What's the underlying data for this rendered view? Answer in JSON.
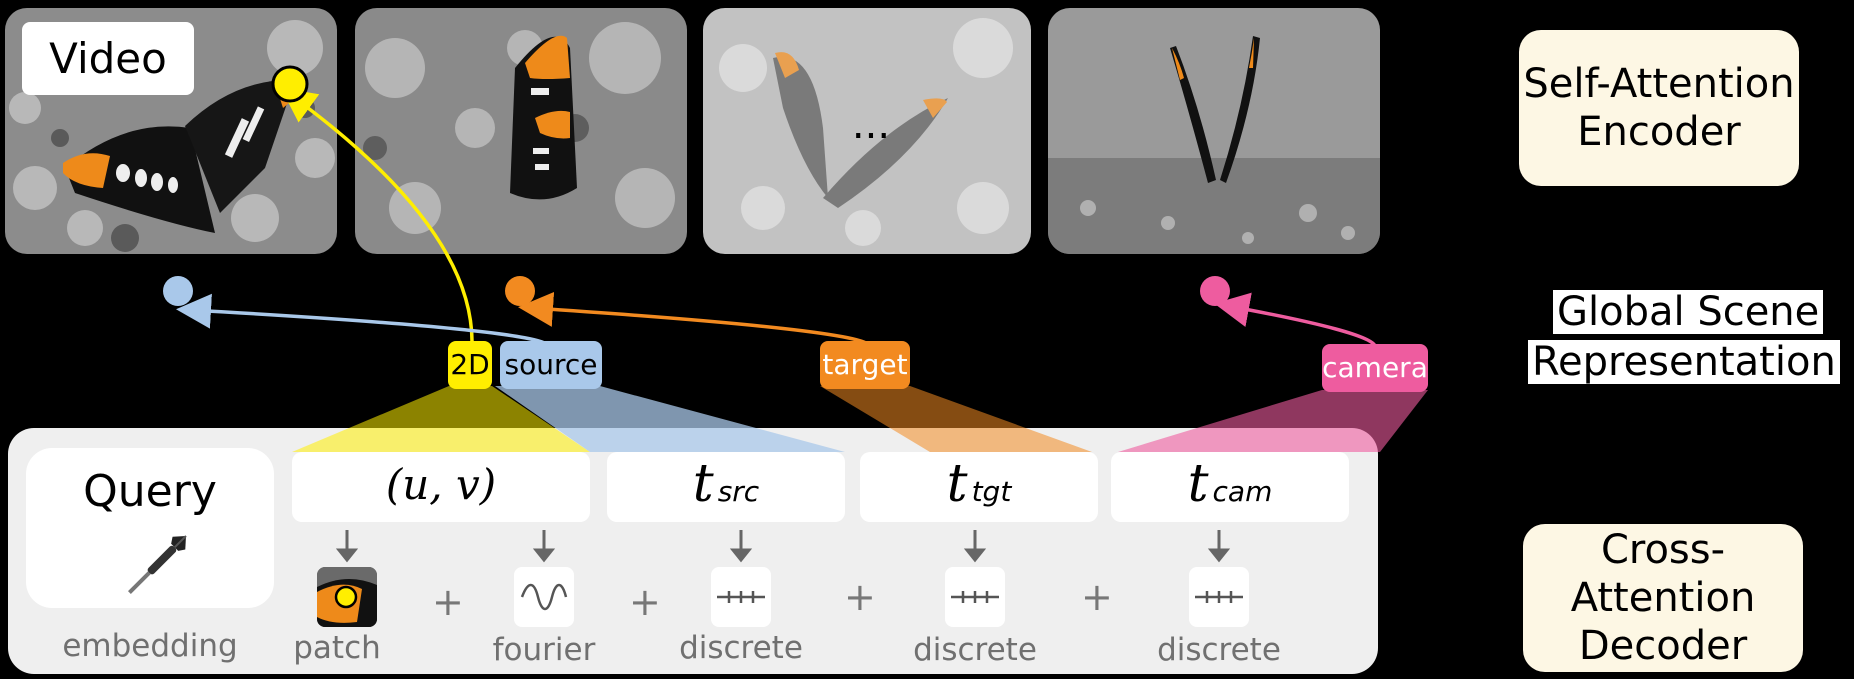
{
  "video_label": "Video",
  "ellipsis": "...",
  "side_labels": {
    "encoder": [
      "Self-Attention",
      "Encoder"
    ],
    "scene": [
      "Global Scene",
      "Representation"
    ],
    "decoder": [
      "Cross-Attention",
      "Decoder"
    ]
  },
  "chips": {
    "two_d": "2D",
    "source": "source",
    "target": "target",
    "camera": "camera"
  },
  "query": {
    "title": "Query",
    "caption": "embedding"
  },
  "fields": {
    "uv": "(u, v)",
    "t": "t",
    "src": "src",
    "tgt": "tgt",
    "cam": "cam"
  },
  "encodings": {
    "patch": "patch",
    "fourier": "fourier",
    "discrete_src": "discrete",
    "discrete_tgt": "discrete",
    "discrete_cam": "discrete",
    "plus": "+"
  },
  "colors": {
    "yellow": "#ffee00",
    "blue": "#a9c8ea",
    "orange": "#f28a20",
    "pink": "#ee5c9f",
    "encoder_bg": "#fdf7e4"
  },
  "icons": [
    "dart-icon",
    "wave-icon",
    "ticks-icon",
    "arrow-down-icon"
  ]
}
